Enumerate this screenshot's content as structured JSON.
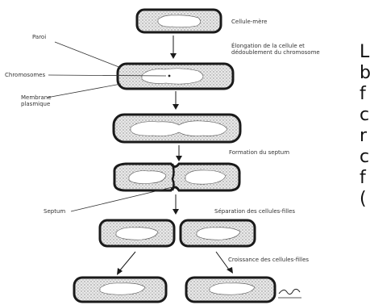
{
  "diagram": {
    "labels": {
      "mother_cell": "Cellule-mère",
      "elongation": "Élongation de la cellule et dédoublement du chromosome",
      "wall": "Paroi",
      "chromosomes": "Chromosomes",
      "membrane": "Membrane plasmique",
      "septum_formation": "Formation du septum",
      "septum": "Septum",
      "separation": "Séparation des cellules-filles",
      "growth": "Croissance des cellules-filles"
    },
    "side_text_letters": [
      "L",
      "b",
      "f",
      "c",
      "r",
      "c",
      "f",
      "("
    ]
  },
  "colors": {
    "ink": "#1a1a1a",
    "stipple": "#c8c8c8",
    "nucleoid": "#ffffff"
  }
}
